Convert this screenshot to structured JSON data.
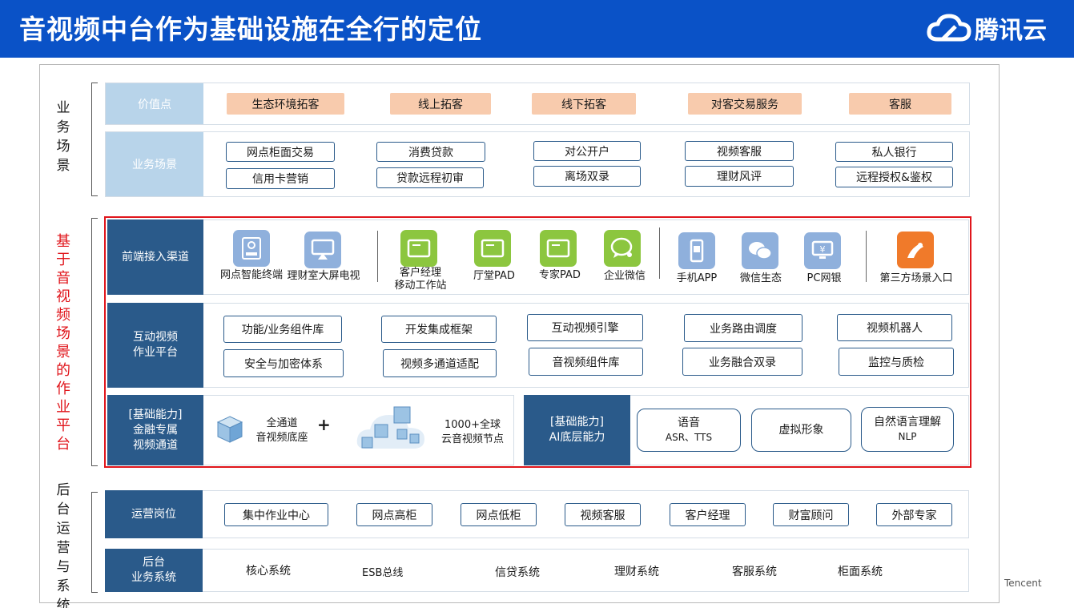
{
  "header": {
    "title": "音视频中台作为基础设施在全行的定位",
    "logo_text": "腾讯云",
    "logo_icon": "cloud-icon"
  },
  "side_labels": {
    "business": "业务场景",
    "platform": "基于音视频场景的作业平台",
    "backend": "后台运营与系统"
  },
  "value": {
    "head": "价值点",
    "items": [
      "生态环境拓客",
      "线上拓客",
      "线下拓客",
      "对客交易服务",
      "客服"
    ]
  },
  "scenes": {
    "head": "业务场景",
    "items": [
      "网点柜面交易",
      "消费贷款",
      "对公开户",
      "视频客服",
      "私人银行",
      "信用卡营销",
      "贷款远程初审",
      "离场双录",
      "理财风评",
      "远程授权&鉴权"
    ]
  },
  "frontend": {
    "head": "前端接入渠道",
    "items": [
      {
        "label": "网点智能终端",
        "icon": "atm-terminal-icon",
        "color": "#8fb0dc"
      },
      {
        "label": "理财室大屏电视",
        "icon": "tv-screen-icon",
        "color": "#8fb0dc"
      },
      {
        "label": "客户经理\n移动工作站",
        "icon": "tablet-icon",
        "color": "#8cc63f"
      },
      {
        "label": "厅堂PAD",
        "icon": "tablet-icon",
        "color": "#8cc63f"
      },
      {
        "label": "专家PAD",
        "icon": "tablet-icon",
        "color": "#8cc63f"
      },
      {
        "label": "企业微信",
        "icon": "wecom-icon",
        "color": "#8cc63f"
      },
      {
        "label": "手机APP",
        "icon": "mobile-app-icon",
        "color": "#8fb0dc"
      },
      {
        "label": "微信生态",
        "icon": "wechat-icon",
        "color": "#8fb0dc"
      },
      {
        "label": "PC网银",
        "icon": "pc-banking-icon",
        "color": "#8fb0dc"
      },
      {
        "label": "第三方场景入口",
        "icon": "third-party-icon",
        "color": "#f07a2a"
      }
    ]
  },
  "interactive": {
    "head": "互动视频\n作业平台",
    "items": [
      "功能/业务组件库",
      "开发集成框架",
      "互动视频引擎",
      "业务路由调度",
      "视频机器人",
      "安全与加密体系",
      "视频多通道适配",
      "音视频组件库",
      "业务融合双录",
      "监控与质检"
    ]
  },
  "basic": {
    "head": "[基础能力]\n金融专属\n视频通道",
    "channel": "全通道\n音视频底座",
    "plus": "+",
    "nodes": "1000+全球\n云音视频节点",
    "ai_head": "[基础能力]\nAI底层能力",
    "ai_items": [
      {
        "title": "语音",
        "sub": "ASR、TTS"
      },
      {
        "title": "虚拟形象",
        "sub": ""
      },
      {
        "title": "自然语言理解",
        "sub": "NLP"
      }
    ]
  },
  "operations": {
    "head": "运营岗位",
    "items": [
      "集中作业中心",
      "网点高柜",
      "网点低柜",
      "视频客服",
      "客户经理",
      "财富顾问",
      "外部专家"
    ]
  },
  "backend": {
    "head": "后台\n业务系统",
    "items": [
      "核心系统",
      "ESB总线",
      "信贷系统",
      "理财系统",
      "客服系统",
      "柜面系统"
    ]
  },
  "footer": {
    "brand": "Tencent"
  },
  "colors": {
    "header": "#0a52c7",
    "dark_head": "#2a5a8a",
    "light_head": "#b8d4ea",
    "pill": "#f8cbad",
    "highlight": "#e0151b"
  }
}
